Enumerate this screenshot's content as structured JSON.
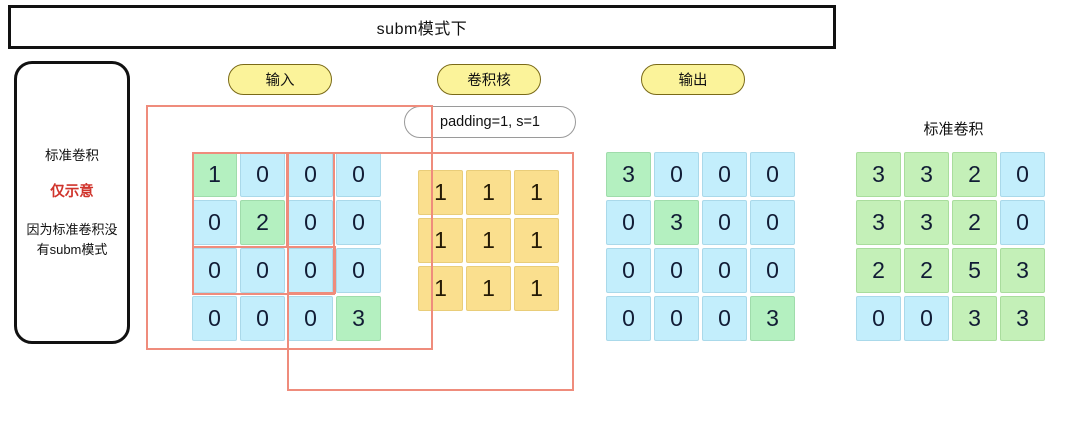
{
  "title": {
    "text": "subm模式下"
  },
  "note_card": {
    "lines": [
      {
        "text": "标准卷积",
        "style": "normal"
      },
      {
        "text": "仅示意",
        "style": "warn"
      },
      {
        "text": "因为标准卷积没有subm模式",
        "style": "small"
      }
    ]
  },
  "pills": {
    "input": "输入",
    "kernel": "卷积核",
    "output": "输出",
    "params": "padding=1, s=1"
  },
  "captions": {
    "standard_conv": "标准卷积"
  },
  "colors": {
    "green": "#b4f0c0",
    "blue": "#c3eefc",
    "yellow": "#fadf8e",
    "pill_yellow": "#fbf39a",
    "annotation_red": "#ef8c7c",
    "warn_red": "#d0342c",
    "border_black": "#111111"
  },
  "chart_data": {
    "type": "table",
    "title": "subm模式下",
    "grids": [
      {
        "name": "input",
        "label": "输入",
        "rows": 4,
        "cols": 4,
        "values": [
          [
            1,
            0,
            0,
            0
          ],
          [
            0,
            2,
            0,
            0
          ],
          [
            0,
            0,
            0,
            0
          ],
          [
            0,
            0,
            0,
            3
          ]
        ],
        "highlight": [
          [
            true,
            false,
            false,
            false
          ],
          [
            false,
            true,
            false,
            false
          ],
          [
            false,
            false,
            false,
            false
          ],
          [
            false,
            false,
            false,
            true
          ]
        ]
      },
      {
        "name": "kernel",
        "label": "卷积核",
        "rows": 3,
        "cols": 3,
        "values": [
          [
            1,
            1,
            1
          ],
          [
            1,
            1,
            1
          ],
          [
            1,
            1,
            1
          ]
        ],
        "params": "padding=1, s=1"
      },
      {
        "name": "output",
        "label": "输出",
        "rows": 4,
        "cols": 4,
        "values": [
          [
            3,
            0,
            0,
            0
          ],
          [
            0,
            3,
            0,
            0
          ],
          [
            0,
            0,
            0,
            0
          ],
          [
            0,
            0,
            0,
            3
          ]
        ],
        "highlight": [
          [
            true,
            false,
            false,
            false
          ],
          [
            false,
            true,
            false,
            false
          ],
          [
            false,
            false,
            false,
            false
          ],
          [
            false,
            false,
            false,
            true
          ]
        ]
      },
      {
        "name": "standard-conv",
        "label": "标准卷积",
        "rows": 4,
        "cols": 4,
        "values": [
          [
            3,
            3,
            2,
            0
          ],
          [
            3,
            3,
            2,
            0
          ],
          [
            2,
            2,
            5,
            3
          ],
          [
            0,
            0,
            3,
            3
          ]
        ],
        "highlight": [
          [
            true,
            true,
            true,
            false
          ],
          [
            true,
            true,
            true,
            false
          ],
          [
            true,
            true,
            true,
            true
          ],
          [
            false,
            false,
            true,
            true
          ]
        ]
      }
    ],
    "annotations": [
      {
        "name": "receptive-field-outer-a"
      },
      {
        "name": "receptive-field-outer-b"
      },
      {
        "name": "kernel-window-a"
      },
      {
        "name": "kernel-window-b"
      },
      {
        "name": "kernel-window-c"
      }
    ]
  }
}
